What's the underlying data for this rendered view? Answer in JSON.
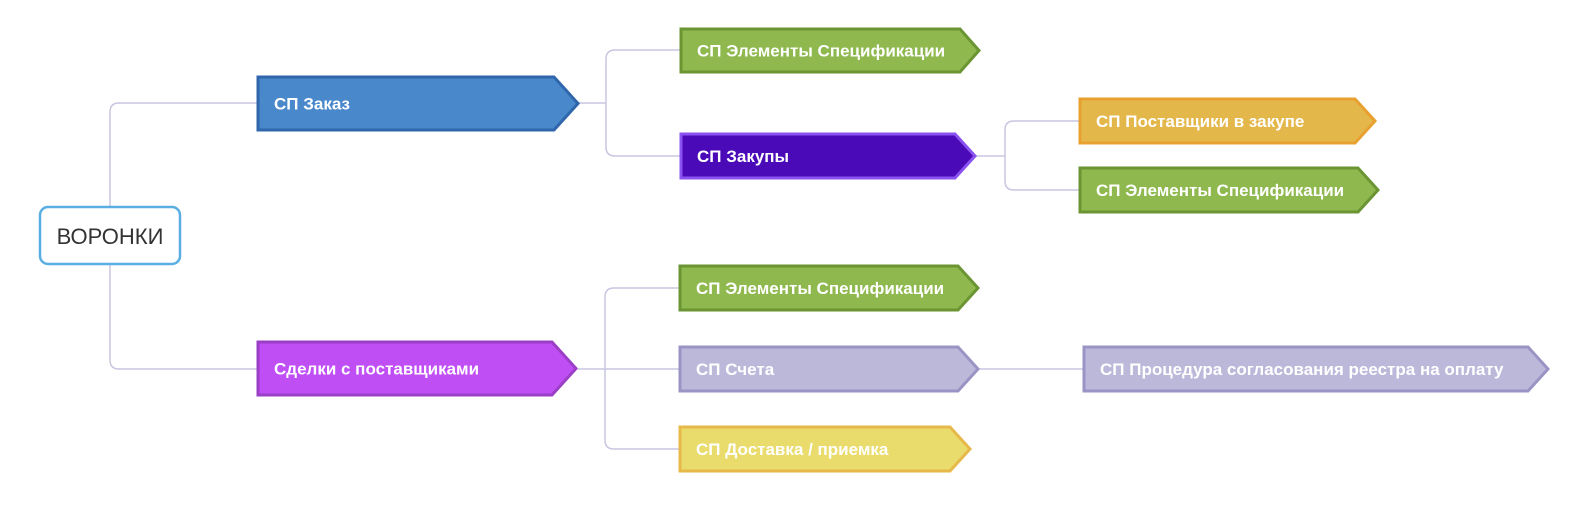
{
  "root": {
    "label": "ВОРОНКИ",
    "border_color": "#5aaee4"
  },
  "connector_color": "#c8c6e0",
  "nodes": {
    "order": {
      "label": "СП Заказ",
      "fill": "#4a88cc",
      "border": "#2f66ac"
    },
    "order_spec": {
      "label": "СП Элементы Спецификации",
      "fill": "#8fb94e",
      "border": "#6b9533"
    },
    "purchases": {
      "label": "СП Закупы",
      "fill": "#4b0ab8",
      "border": "#8a52f0"
    },
    "suppliers_in_purchase": {
      "label": "СП Поставщики в закупе",
      "fill": "#e4b74a",
      "border": "#e8a030"
    },
    "purchase_spec": {
      "label": "СП Элементы Спецификации",
      "fill": "#8fb94e",
      "border": "#6b9533"
    },
    "supplier_deals": {
      "label": "Сделки с поставщиками",
      "fill": "#bf4ef5",
      "border": "#9a3fc6"
    },
    "deals_spec": {
      "label": "СП Элементы Спецификации",
      "fill": "#8fb94e",
      "border": "#6b9533"
    },
    "invoices": {
      "label": "СП Счета",
      "fill": "#bcb8da",
      "border": "#9a94c4"
    },
    "registry_approval": {
      "label": "СП Процедура согласования реестра на оплату",
      "fill": "#bcb8da",
      "border": "#9a94c4"
    },
    "delivery": {
      "label": "СП Доставка / приемка",
      "fill": "#e9dc6c",
      "border": "#e6b94a"
    }
  }
}
